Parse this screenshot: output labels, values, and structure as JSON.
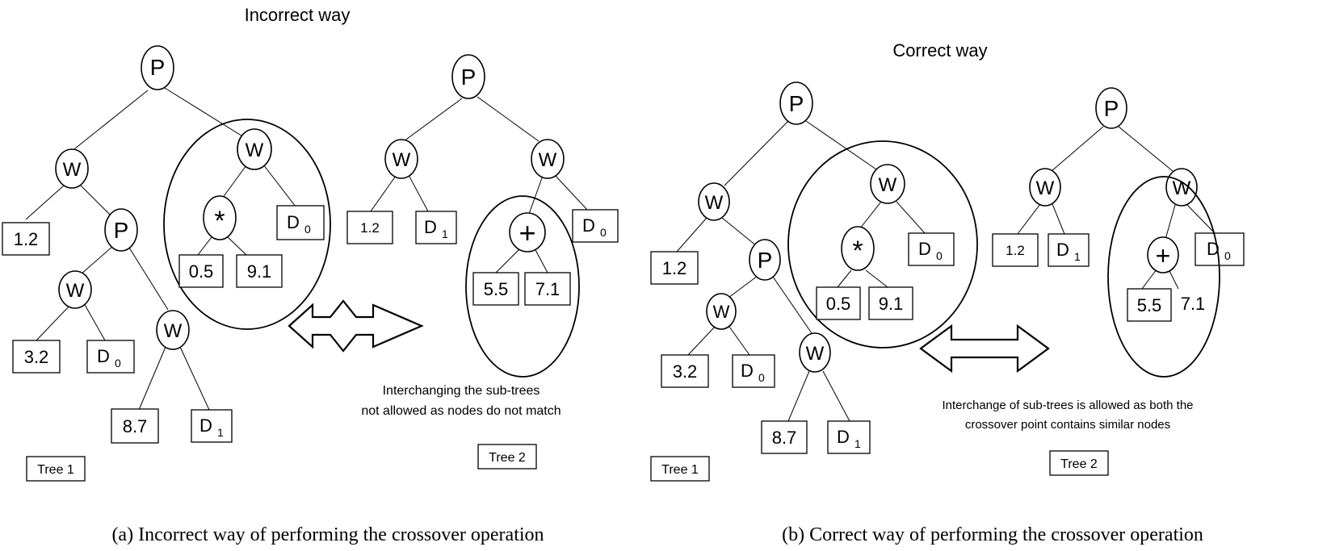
{
  "panel_a": {
    "title": "Incorrect way",
    "tree1_label": "Tree 1",
    "tree2_label": "Tree 2",
    "note_line1": "Interchanging the sub-trees",
    "note_line2": "not allowed as nodes do not match",
    "caption": "(a) Incorrect way of performing the crossover operation"
  },
  "panel_b": {
    "title": "Correct way",
    "tree1_label": "Tree 1",
    "tree2_label": "Tree 2",
    "note_line1": "Interchange of sub-trees is allowed as both the",
    "note_line2": "crossover point contains similar nodes",
    "caption": "(b) Correct way of performing the crossover operation"
  },
  "nodes": {
    "P": "P",
    "W": "W",
    "star": "*",
    "plus": "+"
  },
  "leaves": {
    "v12": "1.2",
    "v32": "3.2",
    "v87": "8.7",
    "v05": "0.5",
    "v91": "9.1",
    "v55": "5.5",
    "v71": "7.1",
    "D": "D",
    "sub0": "0",
    "sub1": "1"
  }
}
